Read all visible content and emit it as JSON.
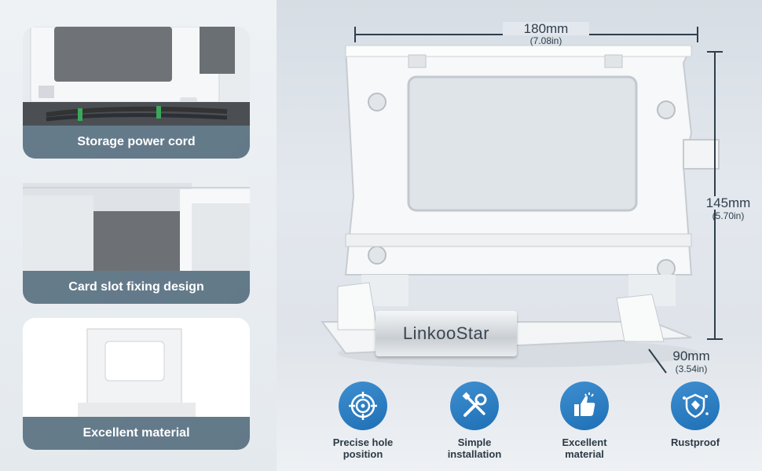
{
  "cards": [
    {
      "caption": "Storage power cord"
    },
    {
      "caption": "Card slot fixing design"
    },
    {
      "caption": "Excellent material"
    }
  ],
  "dimensions": {
    "width_mm": "180mm",
    "width_in": "(7.08in)",
    "height_mm": "145mm",
    "height_in": "(5.70in)",
    "depth_mm": "90mm",
    "depth_in": "(3.54in)"
  },
  "brand": "LinkooStar",
  "features": [
    {
      "line1": "Precise hole",
      "line2": "position",
      "icon": "target-icon"
    },
    {
      "line1": "Simple",
      "line2": "installation",
      "icon": "tools-icon"
    },
    {
      "line1": "Excellent",
      "line2": "material",
      "icon": "thumbs-up-icon"
    },
    {
      "line1": "Rustproof",
      "line2": "",
      "icon": "shield-icon"
    }
  ],
  "colors": {
    "caption_bar": "#526b7c",
    "feature_blue": "#2a7cc2",
    "dimension_line": "#2f3e4a"
  }
}
